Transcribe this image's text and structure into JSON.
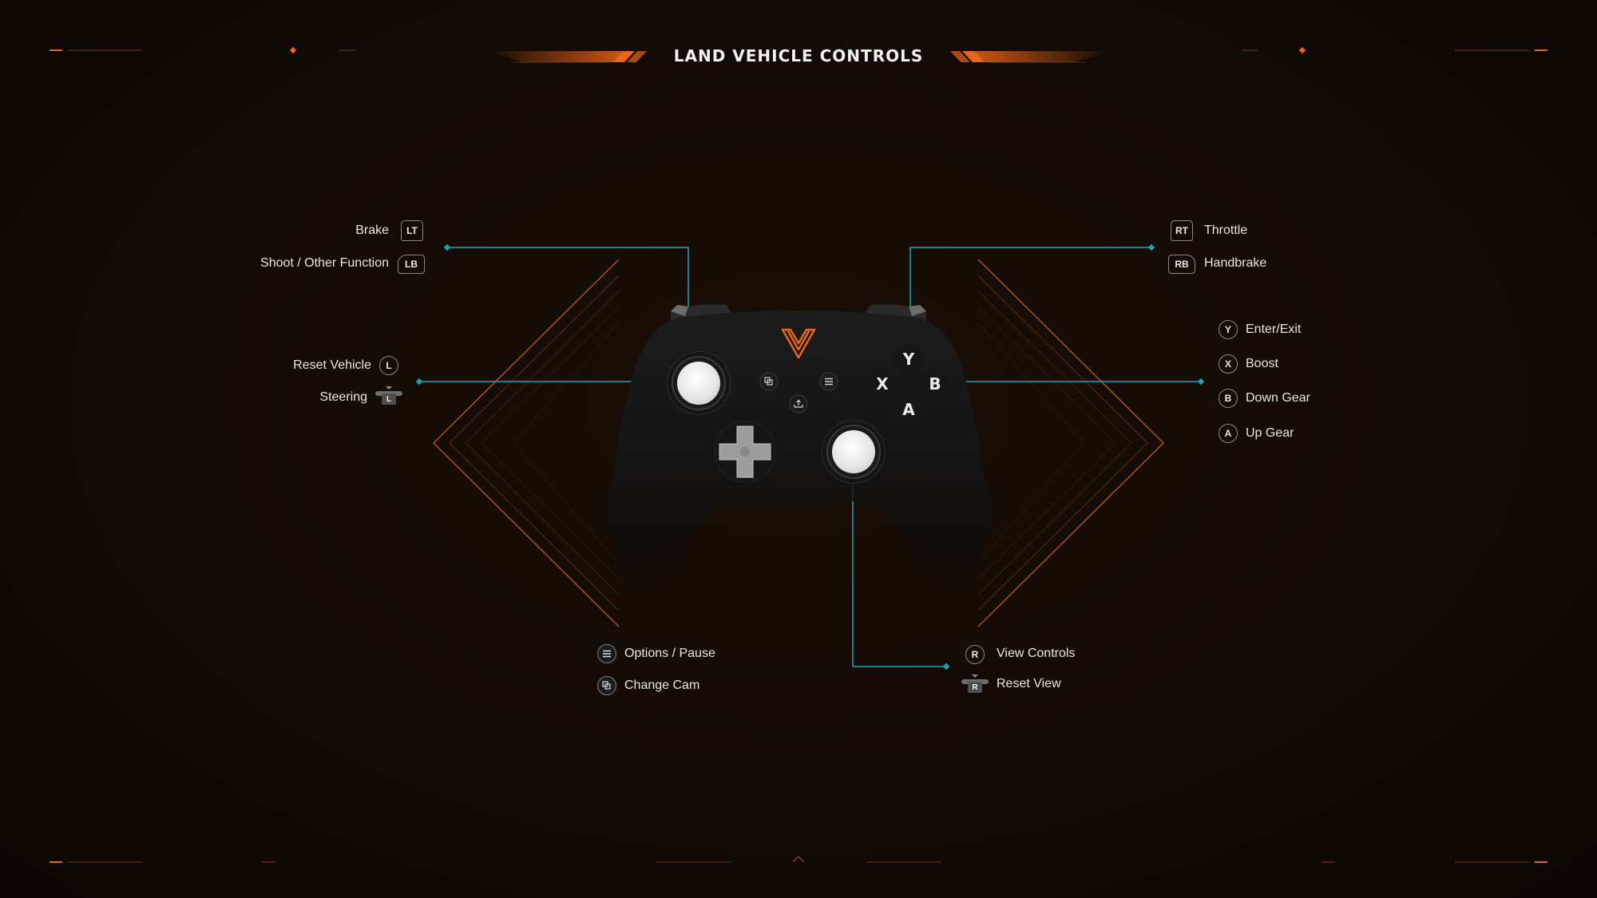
{
  "title": "LAND VEHICLE CONTROLS",
  "colors": {
    "accent": "#e8651b",
    "connector": "#1fa3b3",
    "background": "#120a05"
  },
  "left_controls": [
    {
      "label": "Brake",
      "badge": "LT",
      "badge_type": "trigger"
    },
    {
      "label": "Shoot / Other Function",
      "badge": "LB",
      "badge_type": "bumper"
    },
    {
      "label": "Reset Vehicle",
      "badge": "L",
      "badge_type": "stick-click"
    },
    {
      "label": "Steering",
      "badge": "L",
      "badge_type": "stick-move"
    }
  ],
  "right_controls": [
    {
      "label": "Throttle",
      "badge": "RT",
      "badge_type": "trigger"
    },
    {
      "label": "Handbrake",
      "badge": "RB",
      "badge_type": "bumper"
    }
  ],
  "face_controls": [
    {
      "label": "Enter/Exit",
      "badge": "Y"
    },
    {
      "label": "Boost",
      "badge": "X"
    },
    {
      "label": "Down Gear",
      "badge": "B"
    },
    {
      "label": "Up Gear",
      "badge": "A"
    }
  ],
  "menu_controls": [
    {
      "label": "Options / Pause",
      "icon": "menu-icon"
    },
    {
      "label": "Change Cam",
      "icon": "view-icon"
    }
  ],
  "right_stick_controls": [
    {
      "label": "View Controls",
      "badge": "R",
      "badge_type": "stick-click"
    },
    {
      "label": "Reset View",
      "badge": "R",
      "badge_type": "stick-move"
    }
  ],
  "controller": {
    "face_buttons": {
      "y": "Y",
      "x": "X",
      "b": "B",
      "a": "A"
    }
  }
}
